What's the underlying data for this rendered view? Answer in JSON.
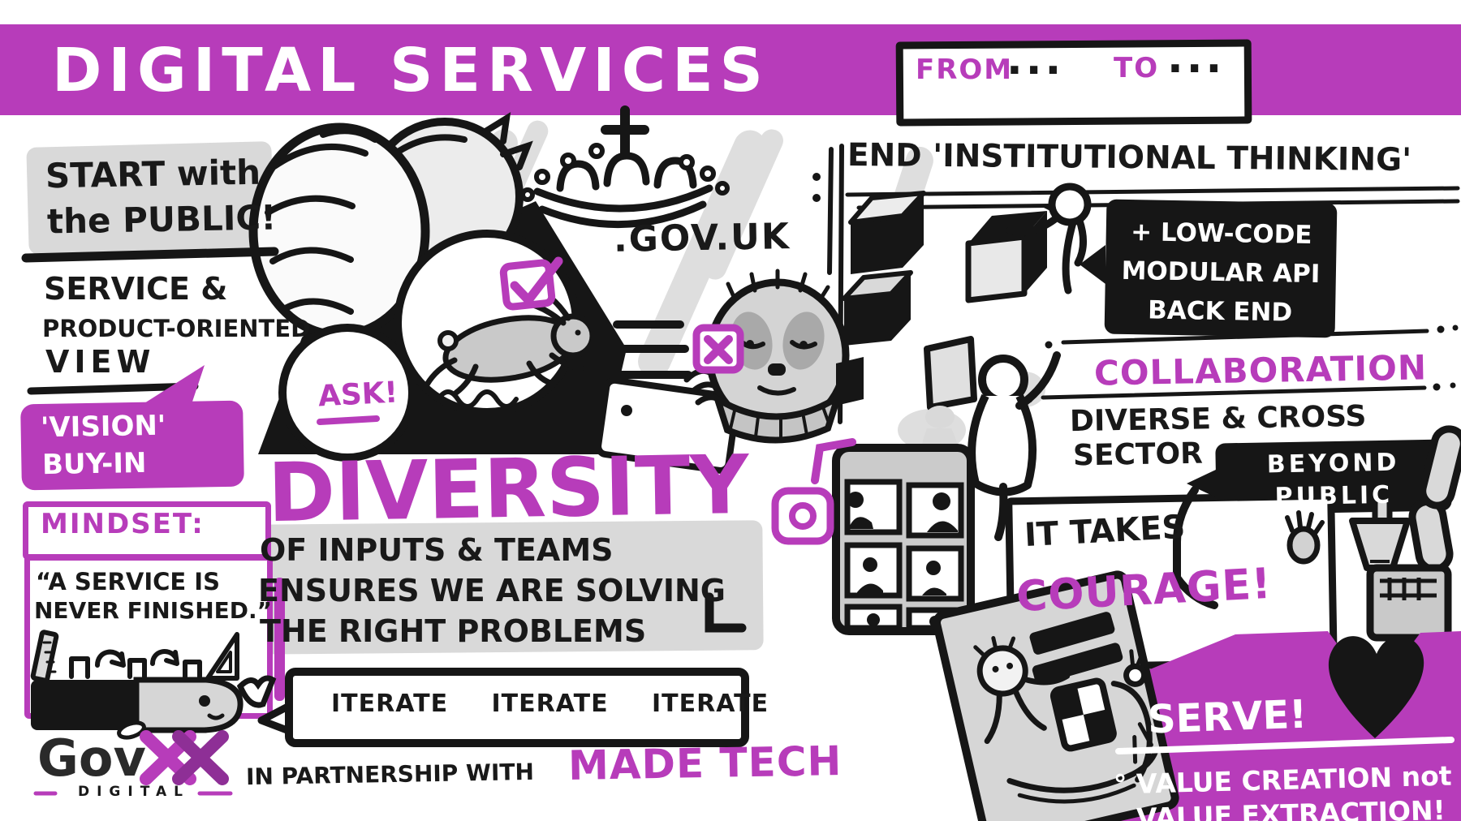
{
  "colors": {
    "magenta": "#b73cba",
    "ink": "#161616",
    "paper": "#ffffff",
    "grey_highlight": "#d9d9d9"
  },
  "banner": {
    "title": "DIGITAL SERVICES",
    "from_label": "FROM",
    "from_dots": "...",
    "to_label": "TO",
    "to_dots": "..."
  },
  "left": {
    "start_line1": "START with",
    "start_line2": "the PUBLIC!",
    "service_line1": "SERVICE &",
    "service_line2": "PRODUCT-ORIENTED",
    "service_line3": "VIEW",
    "vision_line1": "'VISION'",
    "vision_line2": "BUY-IN",
    "mindset_title": "MINDSET:",
    "quote_line1": "“A SERVICE IS",
    "quote_line2": "NEVER FINISHED.”"
  },
  "center": {
    "ask": "ASK!",
    "govuk": ".GOV.UK",
    "diversity": "DIVERSITY",
    "body_line1": "OF INPUTS & TEAMS",
    "body_line2": "ENSURES WE ARE SOLVING",
    "body_line3": "THE RIGHT PROBLEMS",
    "iterate": "ITERATE ITERATE ITERATE"
  },
  "right": {
    "end_heading": "END 'INSTITUTIONAL THINKING'",
    "lowcode_line1": "+ LOW-CODE",
    "lowcode_line2": "MODULAR API",
    "lowcode_line3": "BACK END",
    "collaboration": "COLLABORATION",
    "diverse_line1": "DIVERSE & CROSS",
    "diverse_line2": "SECTOR",
    "beyond_line1": "BEYOND",
    "beyond_line2": "PUBLIC",
    "courage_line1": "IT TAKES",
    "courage_line2": "COURAGE!",
    "serve": "SERVE!",
    "value_line1": "° VALUE CREATION not",
    "value_line2": "VALUE EXTRACTION!"
  },
  "footer": {
    "govx": "Gov",
    "govx_sub": "DIGITAL",
    "partnership": "IN PARTNERSHIP WITH",
    "madetech": "MADE TECH"
  },
  "icons": {
    "crown-icon": "royal crown above .GOV.UK",
    "check-icon": "magenta checkbox with tick (fast hare approved)",
    "cross-icon": "magenta checkbox with X (slow sloth rejected)",
    "camera-icon": "magenta camera outline",
    "heart-icon": "black heart",
    "hare-icon": "running hare in circle",
    "sloth-icon": "sloth at laptop",
    "whale-icon": "whale",
    "cubes-icon": "modular building blocks",
    "video-grid-icon": "video-call participant grid",
    "document-icon": "charter document with coat of arms",
    "robot-icon": "robot with waving hand",
    "people-icon": "two people viewed from behind",
    "iteration-doodle-icon": "ruler, blocks and cycle arrows",
    "govx-logo": "double-X monogram"
  }
}
